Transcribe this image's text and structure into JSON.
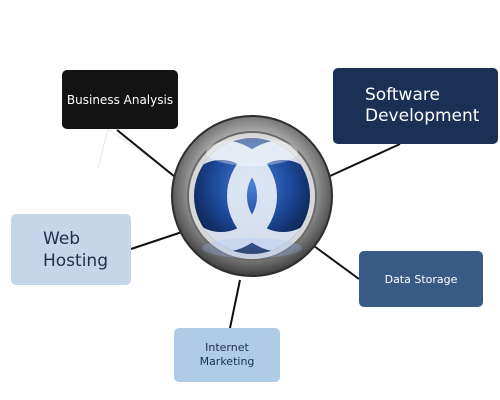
{
  "nodes": {
    "business_analysis": "Business Analysis",
    "software_development": "Software\nDevelopment",
    "web_hosting": "Web\nHosting",
    "data_storage": "Data Storage",
    "internet_marketing": "Internet\nMarketing"
  },
  "center": {
    "icon": "interlocking-rings-logo-icon"
  },
  "colors": {
    "business_analysis_fill": "#131313",
    "software_development_fill": "#1a3055",
    "web_hosting_fill": "#c5d6ea",
    "data_storage_fill": "#385b85",
    "internet_marketing_fill": "#b0cbe6",
    "center_blue": "#1d4a9c",
    "ring_silver": "#9a9a9a"
  }
}
